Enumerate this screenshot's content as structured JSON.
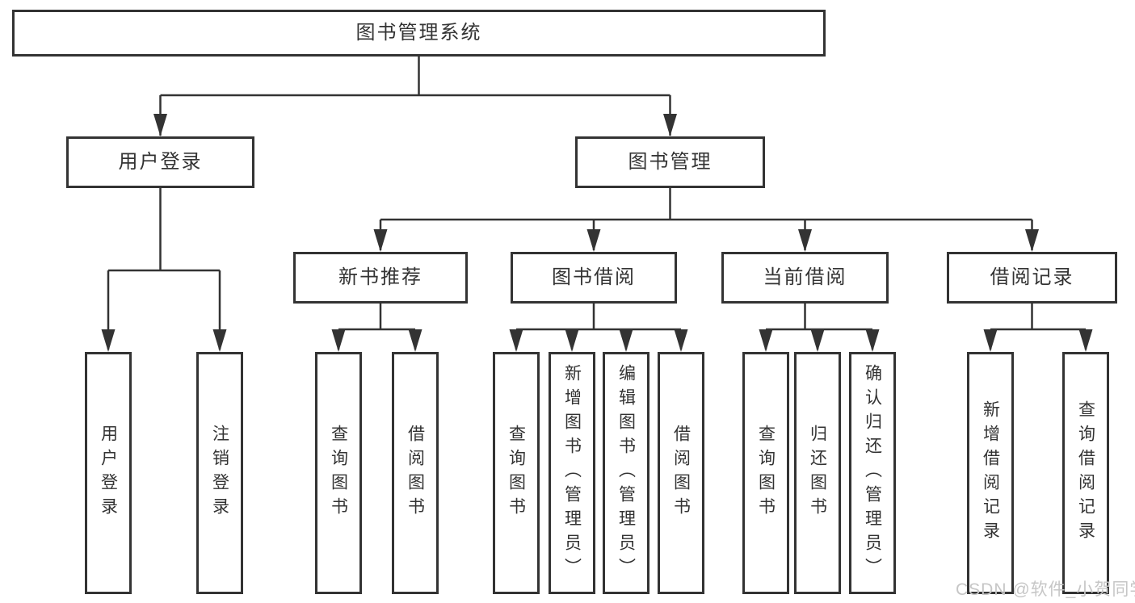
{
  "tree": {
    "label": "图书管理系统",
    "children": [
      {
        "label": "用户登录",
        "children": [
          {
            "label": "用户登录"
          },
          {
            "label": "注销登录"
          }
        ]
      },
      {
        "label": "图书管理",
        "children": [
          {
            "label": "新书推荐",
            "children": [
              {
                "label": "查询图书"
              },
              {
                "label": "借阅图书"
              }
            ]
          },
          {
            "label": "图书借阅",
            "children": [
              {
                "label": "查询图书"
              },
              {
                "label": "新增图书（管理员）"
              },
              {
                "label": "编辑图书（管理员）"
              },
              {
                "label": "借阅图书"
              }
            ]
          },
          {
            "label": "当前借阅",
            "children": [
              {
                "label": "查询图书"
              },
              {
                "label": "归还图书"
              },
              {
                "label": "确认归还（管理员）"
              }
            ]
          },
          {
            "label": "借阅记录",
            "children": [
              {
                "label": "新增借阅记录"
              },
              {
                "label": "查询借阅记录"
              }
            ]
          }
        ]
      }
    ]
  },
  "watermark": {
    "text": "CSDN @软件_小贺同学"
  },
  "colors": {
    "line": "#333333",
    "text": "#333333",
    "background": "#ffffff",
    "watermark": "#c6c6c6"
  }
}
